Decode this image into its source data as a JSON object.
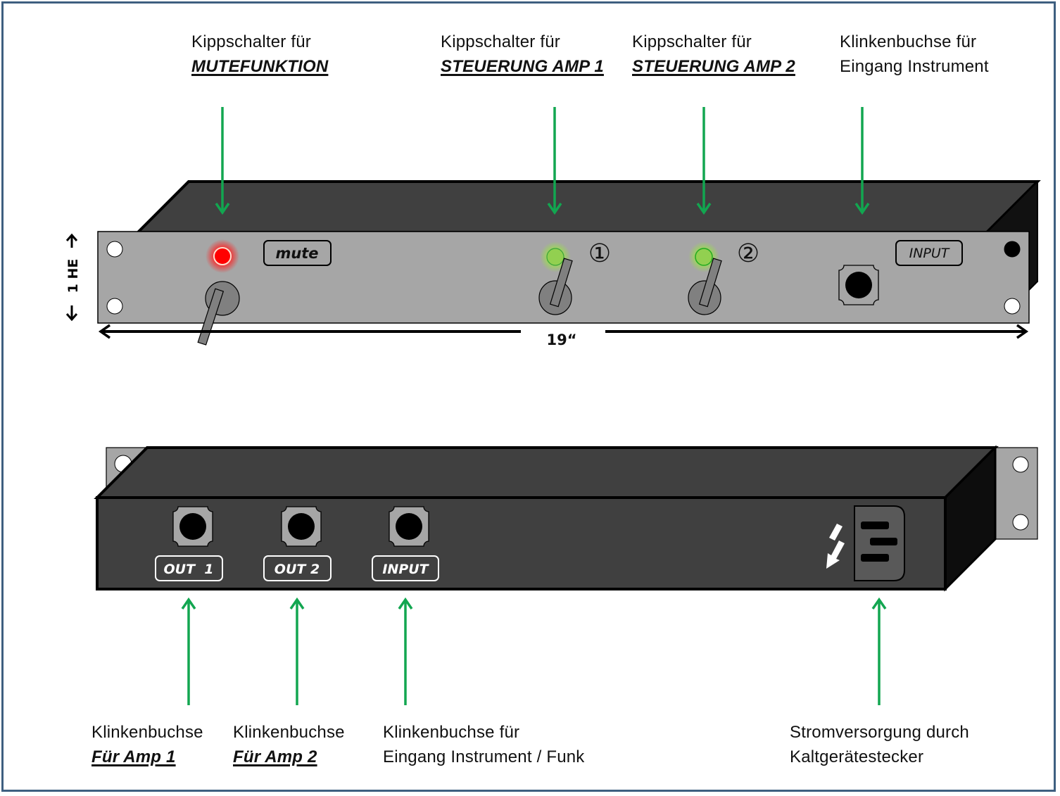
{
  "diagram": {
    "title": "19-inch rack unit front and rear views",
    "colors": {
      "frame": "#3e5f80",
      "arrow_green": "#12a650",
      "panel_gray": "#a6a6a6",
      "housing_dark": "#404040",
      "housing_side": "#111111",
      "led_red": "#ff0000",
      "led_green": "#92d050"
    },
    "top_labels": [
      {
        "line1": "Kippschalter für",
        "line2": "MUTEFUNKTION",
        "emphasis": true
      },
      {
        "line1": "Kippschalter für",
        "line2": "STEUERUNG AMP 1",
        "emphasis": true
      },
      {
        "line1": "Kippschalter für",
        "line2": "STEUERUNG AMP 2",
        "emphasis": true
      },
      {
        "line1": "Klinkenbuchse für",
        "line2": "Eingang Instrument",
        "emphasis": false
      }
    ],
    "front_panel": {
      "mute_label": "mute",
      "input_label": "INPUT",
      "switch1_number": "①",
      "switch2_number": "②",
      "height_label": "1 HE",
      "width_label": "19“",
      "mute_led": "red",
      "amp1_led": "green",
      "amp2_led": "green"
    },
    "rear_panel": {
      "out1_label": "OUT  1",
      "out2_label": "OUT 2",
      "input_label": "INPUT",
      "power_icon": "lightning-icon",
      "power_connector": "IEC-C14-inlet"
    },
    "bottom_labels": [
      {
        "line1": "Klinkenbuchse",
        "line2": "Für Amp 1",
        "emphasis": true
      },
      {
        "line1": "Klinkenbuchse",
        "line2": "Für Amp 2",
        "emphasis": true
      },
      {
        "line1": "Klinkenbuchse für",
        "line2": "Eingang Instrument / Funk",
        "emphasis": false
      },
      {
        "line1": "Stromversorgung durch",
        "line2": "Kaltgerätestecker",
        "emphasis": false
      }
    ]
  }
}
